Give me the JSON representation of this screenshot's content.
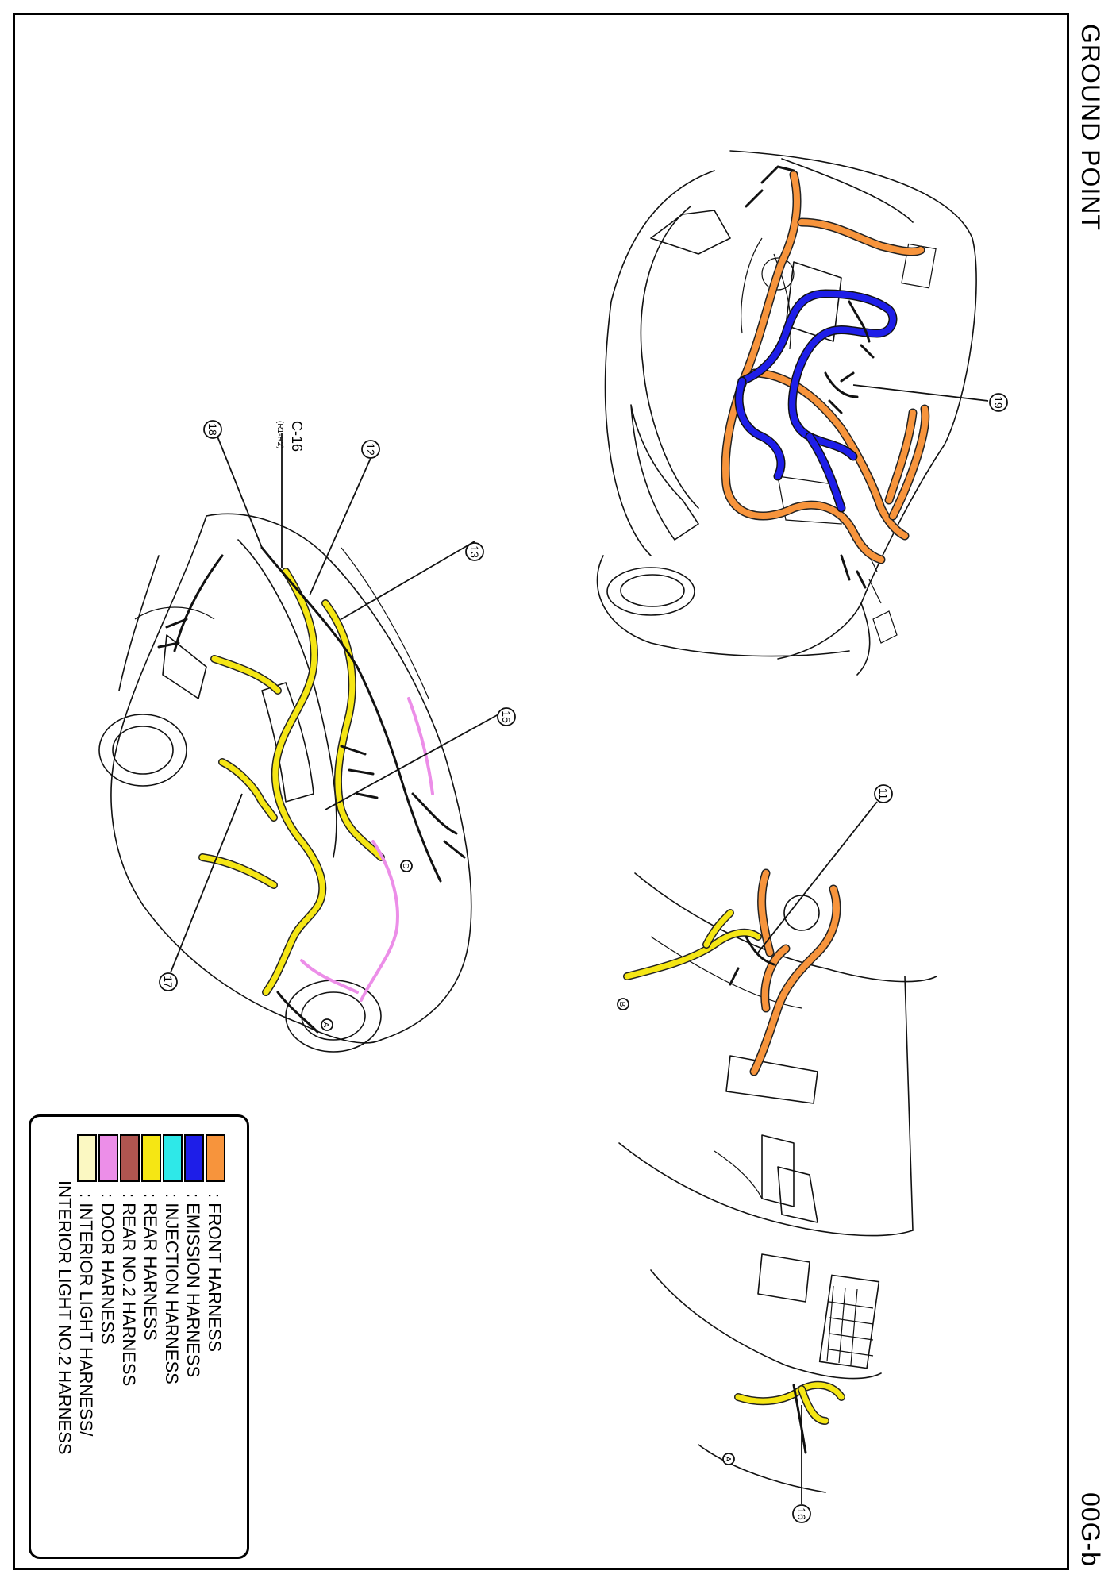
{
  "page": {
    "title": "GROUND POINT",
    "page_code": "00G-b"
  },
  "legend": [
    {
      "label": ": FRONT HARNESS",
      "color": "#f7943c"
    },
    {
      "label": ": EMISSION HARNESS",
      "color": "#1e1ee8"
    },
    {
      "label": ": INJECTION HARNESS",
      "color": "#2ee8e8"
    },
    {
      "label": ": REAR HARNESS",
      "color": "#f5e614"
    },
    {
      "label": ": REAR NO.2 HARNESS",
      "color": "#b05550"
    },
    {
      "label": ": DOOR HARNESS",
      "color": "#ec8ee8"
    },
    {
      "label": ": INTERIOR LIGHT HARNESS/",
      "color": "#fbf8c2"
    }
  ],
  "legend_extra_line": "INTERIOR LIGHT NO.2 HARNESS",
  "callouts": {
    "n11": "11",
    "n12": "12",
    "n13": "13",
    "n15": "15",
    "n16": "16",
    "n17": "17",
    "n18": "18",
    "n19": "19"
  },
  "connector": {
    "code": "C-16",
    "note": "(R1-R2)"
  },
  "markers": {
    "A": "A",
    "B": "B",
    "D": "D"
  }
}
